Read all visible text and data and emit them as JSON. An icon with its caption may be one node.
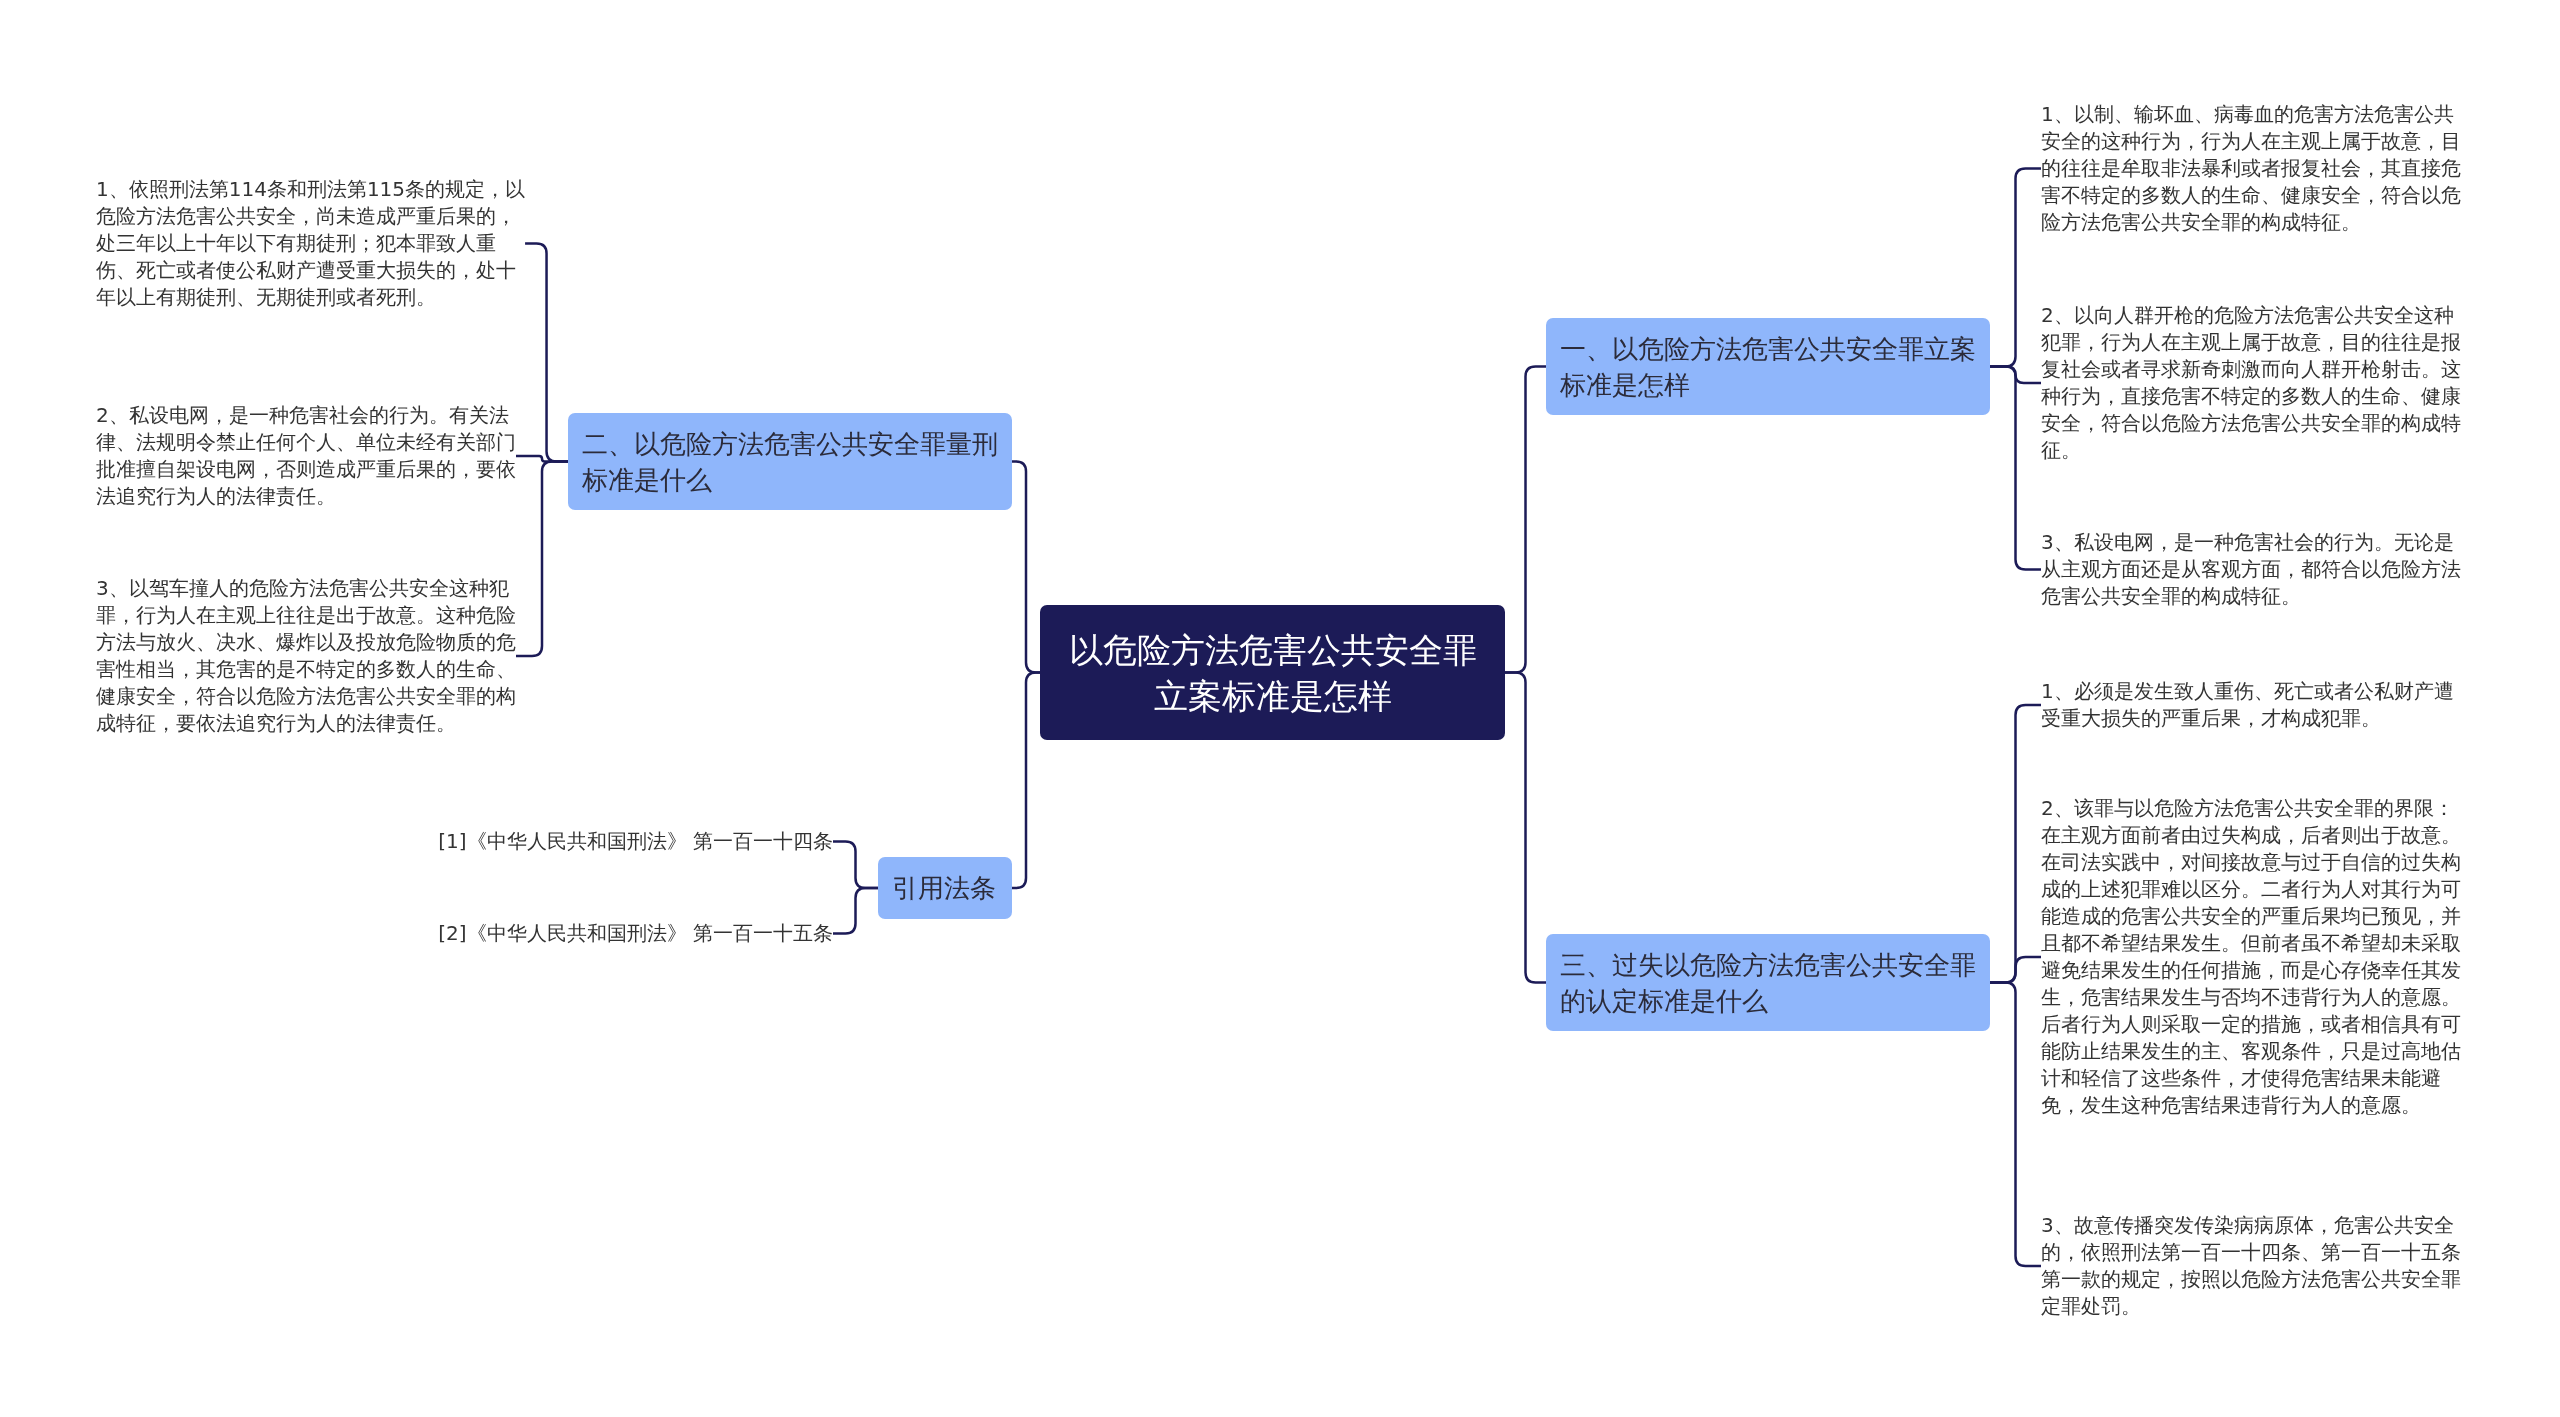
{
  "diagram": {
    "nodes": [
      {
        "text": [
          "以危险方法危害公共安全罪立案标准是怎样"
        ]
      },
      {
        "text": [
          "一、以危险方法危害公共安全罪立案标准是怎样"
        ]
      },
      {
        "text": [
          "1、以制、输坏血、病毒血的危害方法危害公共安全的这种行为，行为人在主观上属于故意，目的往往是牟取非法暴利或者报复社会，其直接危害不特定的多数人的生命、健康安全，符合以危险方法危害公共安全罪的构成特征。"
        ]
      },
      {
        "text": [
          "2、以向人群开枪的危险方法危害公共安全这种犯罪，行为人在主观上属于故意，目的往往是报复社会或者寻求新奇刺激而向人群开枪射击。这种行为，直接危害不特定的多数人的生命、健康安全，符合以危险方法危害公共安全罪的构成特征。"
        ]
      },
      {
        "text": [
          "3、私设电网，是一种危害社会的行为。无论是从主观方面还是从客观方面，都符合以危险方法危害公共安全罪的构成特征。"
        ]
      },
      {
        "text": [
          "二、以危险方法危害公共安全罪量刑标准是什么"
        ]
      },
      {
        "text": [
          "1、依照刑法第114条和刑法第115条的规定，以危险方法危害公共安全，尚未造成严重后果的，处三年以上十年以下有期徒刑；犯本罪致人重伤、死亡或者使公私财产遭受重大损失的，处十年以上有期徒刑、无期徒刑或者死刑。"
        ]
      },
      {
        "text": [
          "2、私设电网，是一种危害社会的行为。有关法律、法规明令禁止任何个人、单位未经有关部门批准擅自架设电网，否则造成严重后果的，要依法追究行为人的法律责任。"
        ]
      },
      {
        "text": [
          "3、以驾车撞人的危险方法危害公共安全这种犯罪，行为人在主观上往往是出于故意。这种危险方法与放火、决水、爆炸以及投放危险物质的危害性相当，其危害的是不特定的多数人的生命、健康安全，符合以危险方法危害公共安全罪的构成特征，要依法追究行为人的法律责任。"
        ]
      },
      {
        "text": [
          "引用法条"
        ]
      },
      {
        "text": [
          "[1]《中华人民共和国刑法》 第一百一十四条"
        ]
      },
      {
        "text": [
          "[2]《中华人民共和国刑法》 第一百一十五条"
        ]
      },
      {
        "text": [
          "三、过失以危险方法危害公共安全罪的认定标准是什么"
        ]
      },
      {
        "text": [
          "1、必须是发生致人重伤、死亡或者公私财产遭受重大损失的严重后果，才构成犯罪。"
        ]
      },
      {
        "text": [
          "2、该罪与以危险方法危害公共安全罪的界限：在主观方面前者由过失构成，后者则出于故意。在司法实践中，对间接故意与过于自信的过失构成的上述犯罪难以区分。二者行为人对其行为可能造成的危害公共安全的严重后果均已预见，并且都不希望结果发生。但前者虽不希望却未采取避免结果发生的任何措施，而是心存侥幸任其发生，危害结果发生与否均不违背行为人的意愿。后者行为人则采取一定的措施，或者相信具有可能防止结果发生的主、客观条件，只是过高地估计和轻信了这些条件，才使得危害结果未能避免，发生这种危害结果违背行为人的意愿。"
        ]
      },
      {
        "text": [
          "3、故意传播突发传染病病原体，危害公共安全的，依照刑法第一百一十四条、第一百一十五条第一款的规定，按照以危险方法危害公共安全罪定罪处罚。"
        ]
      }
    ],
    "edges": [
      {
        "from": 0,
        "to": 1,
        "arrow": "none"
      },
      {
        "from": 1,
        "to": 2,
        "arrow": "none"
      },
      {
        "from": 1,
        "to": 3,
        "arrow": "none"
      },
      {
        "from": 1,
        "to": 4,
        "arrow": "none"
      },
      {
        "from": 0,
        "to": 5,
        "arrow": "none"
      },
      {
        "from": 5,
        "to": 6,
        "arrow": "none"
      },
      {
        "from": 5,
        "to": 7,
        "arrow": "none"
      },
      {
        "from": 5,
        "to": 8,
        "arrow": "none"
      },
      {
        "from": 0,
        "to": 9,
        "arrow": "none"
      },
      {
        "from": 9,
        "to": 10,
        "arrow": "none"
      },
      {
        "from": 9,
        "to": 11,
        "arrow": "none"
      },
      {
        "from": 0,
        "to": 12,
        "arrow": "none"
      },
      {
        "from": 12,
        "to": 13,
        "arrow": "none"
      },
      {
        "from": 12,
        "to": 14,
        "arrow": "none"
      },
      {
        "from": 12,
        "to": 15,
        "arrow": "none"
      }
    ]
  }
}
